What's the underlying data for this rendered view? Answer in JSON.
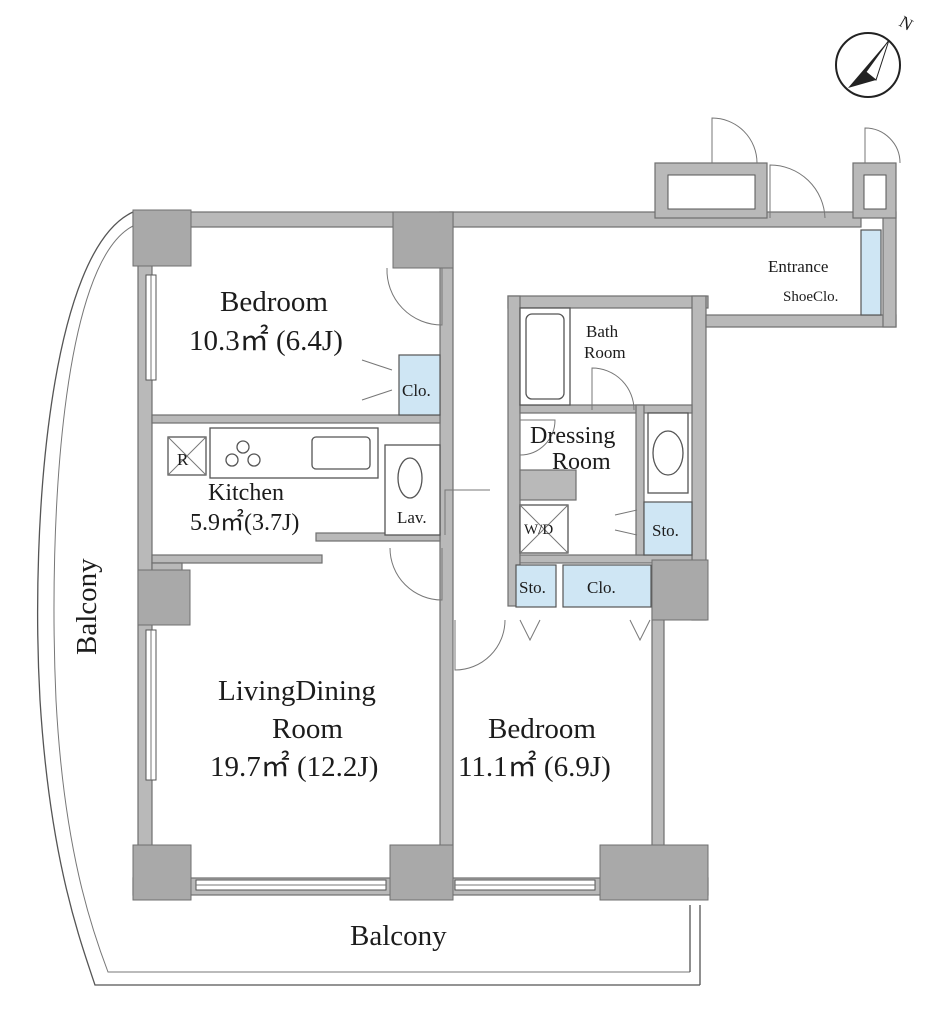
{
  "rooms": {
    "bedroom1": {
      "name": "Bedroom",
      "area": "10.3㎡  (6.4J)"
    },
    "kitchen": {
      "name": "Kitchen",
      "area": "5.9㎡(3.7J)",
      "fridge": "R"
    },
    "lav": "Lav.",
    "bath": {
      "line1": "Bath",
      "line2": "Room"
    },
    "dressing": {
      "line1": "Dressing",
      "line2": "Room"
    },
    "wd": "W/D",
    "living": {
      "line1": "LivingDining",
      "line2": "Room",
      "area": "19.7㎡  (12.2J)"
    },
    "bedroom2": {
      "name": "Bedroom",
      "area": "11.1㎡  (6.9J)"
    },
    "entrance": "Entrance",
    "shoe": "ShoeClo."
  },
  "storage": {
    "clo_bedroom1": "Clo.",
    "sto_dressing": "Sto.",
    "sto_bottom": "Sto.",
    "clo_bottom": "Clo."
  },
  "balcony": {
    "left": "Balcony",
    "bottom": "Balcony"
  },
  "compass": {
    "north": "N"
  },
  "colors": {
    "wall": "#b9b9b9",
    "closet": "#cfe6f4",
    "line": "#555555"
  }
}
